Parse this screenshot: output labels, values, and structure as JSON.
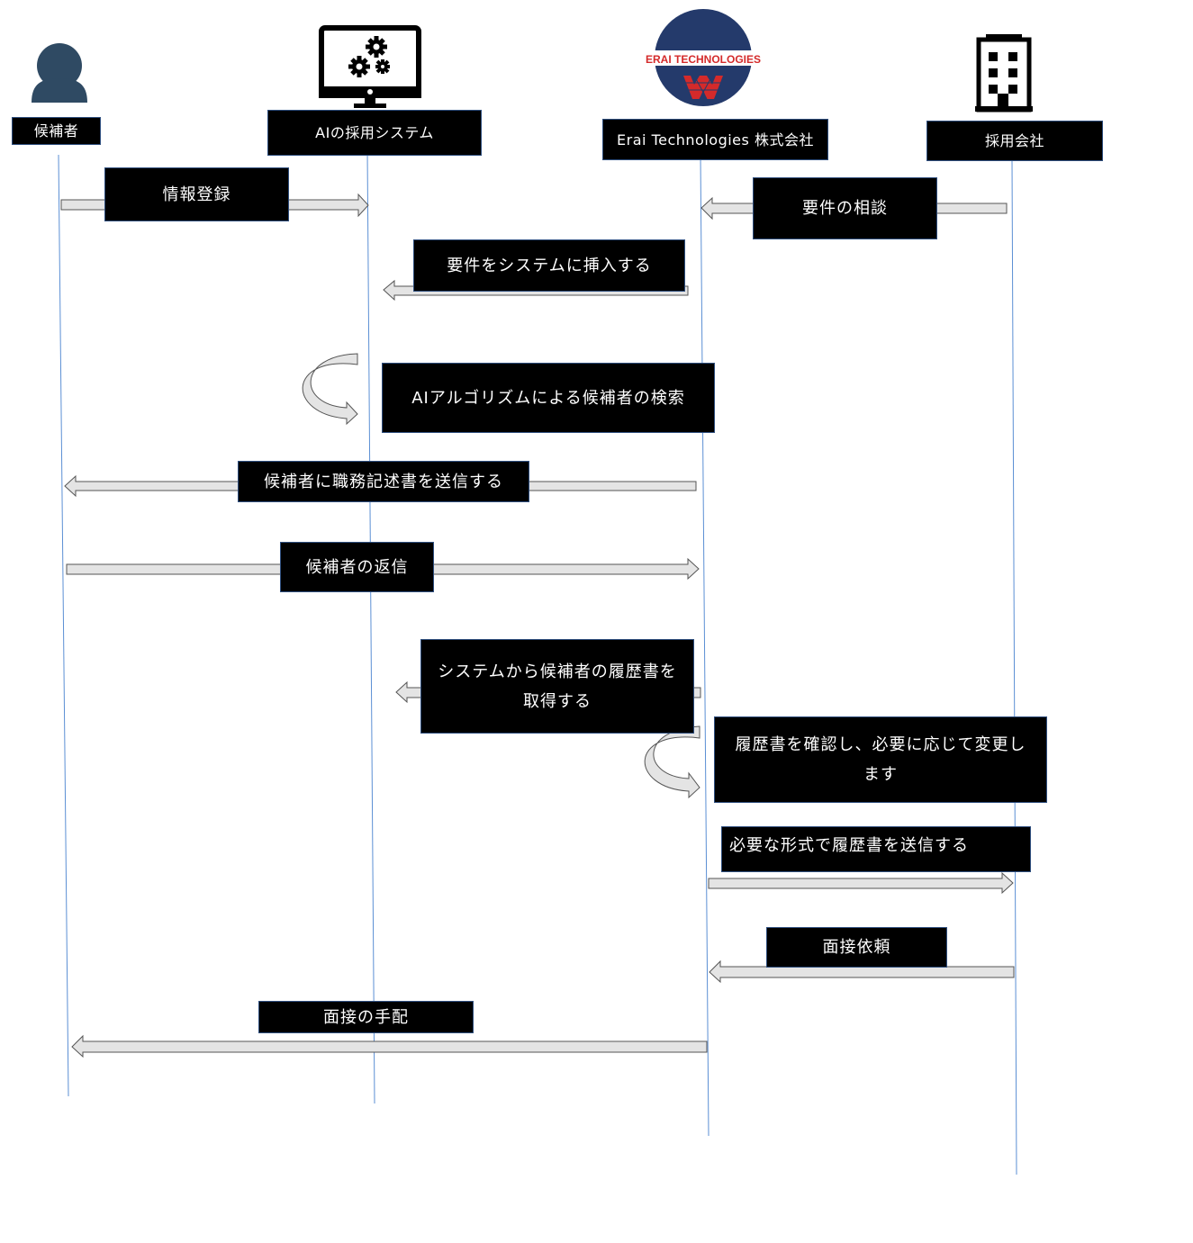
{
  "participants": [
    {
      "id": "candidate",
      "name": "候補者",
      "icon": "person-icon"
    },
    {
      "id": "ai-system",
      "name": "AIの採用システム",
      "icon": "monitor-gears-icon"
    },
    {
      "id": "erai",
      "name": "Erai Technologies 株式会社",
      "icon": "erai-logo",
      "logo_text": "ERAI TECHNOLOGIES"
    },
    {
      "id": "hiring-company",
      "name": "採用会社",
      "icon": "office-building-icon"
    }
  ],
  "messages": [
    {
      "from": "候補者",
      "to": "AIの採用システム",
      "label": "情報登録"
    },
    {
      "from": "採用会社",
      "to": "Erai Technologies 株式会社",
      "label": "要件の相談"
    },
    {
      "from": "Erai Technologies 株式会社",
      "to": "AIの採用システム",
      "label": "要件をシステムに挿入する"
    },
    {
      "from": "AIの採用システム",
      "to": "AIの採用システム",
      "label": "AIアルゴリズムによる候補者の検索"
    },
    {
      "from": "Erai Technologies 株式会社",
      "to": "候補者",
      "label": "候補者に職務記述書を送信する"
    },
    {
      "from": "候補者",
      "to": "Erai Technologies 株式会社",
      "label": "候補者の返信"
    },
    {
      "from": "Erai Technologies 株式会社",
      "to": "AIの採用システム",
      "label": "システムから候補者の履歴書を\n取得する"
    },
    {
      "from": "Erai Technologies 株式会社",
      "to": "Erai Technologies 株式会社",
      "label": "履歴書を確認し、必要に応じて変更し\nます"
    },
    {
      "from": "Erai Technologies 株式会社",
      "to": "採用会社",
      "label": "必要な形式で履歴書を送信する"
    },
    {
      "from": "採用会社",
      "to": "Erai Technologies 株式会社",
      "label": "面接依頼"
    },
    {
      "from": "Erai Technologies 株式会社",
      "to": "候補者",
      "label": "面接の手配"
    }
  ],
  "colors": {
    "lifeline": "#5b8fd4",
    "arrow_fill": "#e4e4e4",
    "arrow_stroke": "#555555",
    "box_fill": "#000000",
    "box_text": "#ffffff",
    "box_border": "#2f4f7f",
    "person_icon": "#2f4a63",
    "logo_navy": "#243a6b",
    "logo_red": "#d42a2a"
  }
}
